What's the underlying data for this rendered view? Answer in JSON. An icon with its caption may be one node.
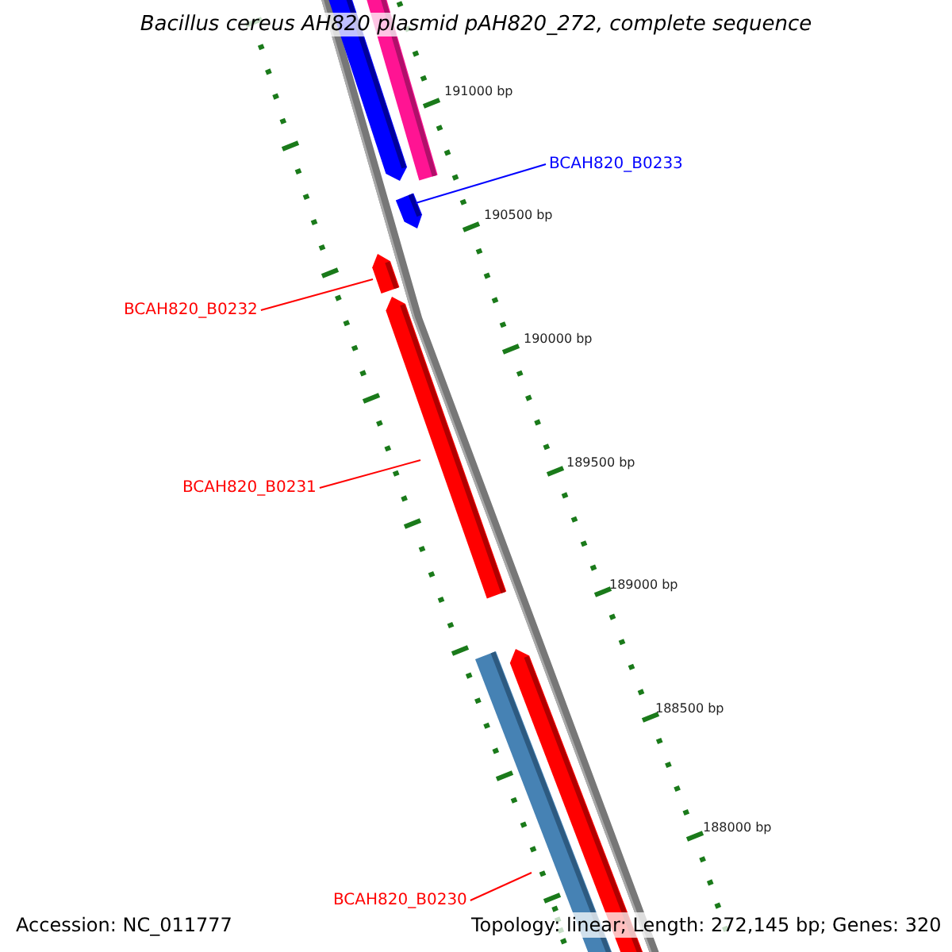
{
  "diagram": {
    "title": "Bacillus cereus AH820 plasmid pAH820_272, complete sequence",
    "nodes": [
      {
        "text": [
          "BCAH820_B0233"
        ]
      },
      {
        "text": [],
        "shape": "bar"
      },
      {
        "text": [
          "BCAH820_B0232"
        ]
      },
      {
        "text": [],
        "shape": "bar"
      },
      {
        "text": [
          "BCAH820_B0231"
        ]
      },
      {
        "text": [],
        "shape": "bar"
      },
      {
        "text": [
          "BCAH820_B0230"
        ]
      },
      {
        "text": [],
        "shape": "bar"
      }
    ],
    "edges": [
      {
        "from": 0,
        "to": 1,
        "arrow": "none",
        "color": "#0000ff"
      },
      {
        "from": 2,
        "to": 3,
        "arrow": "none"
      },
      {
        "from": 4,
        "to": 5,
        "arrow": "none"
      },
      {
        "from": 6,
        "to": 7,
        "arrow": "none"
      }
    ],
    "labels": [
      "191000 bp",
      "190500 bp",
      "190000 bp",
      "189500 bp",
      "189000 bp",
      "188500 bp",
      "188000 bp",
      "Accession: NC_011777",
      "Topology: linear; Length: 272,145 bp; Genes: 320"
    ]
  }
}
